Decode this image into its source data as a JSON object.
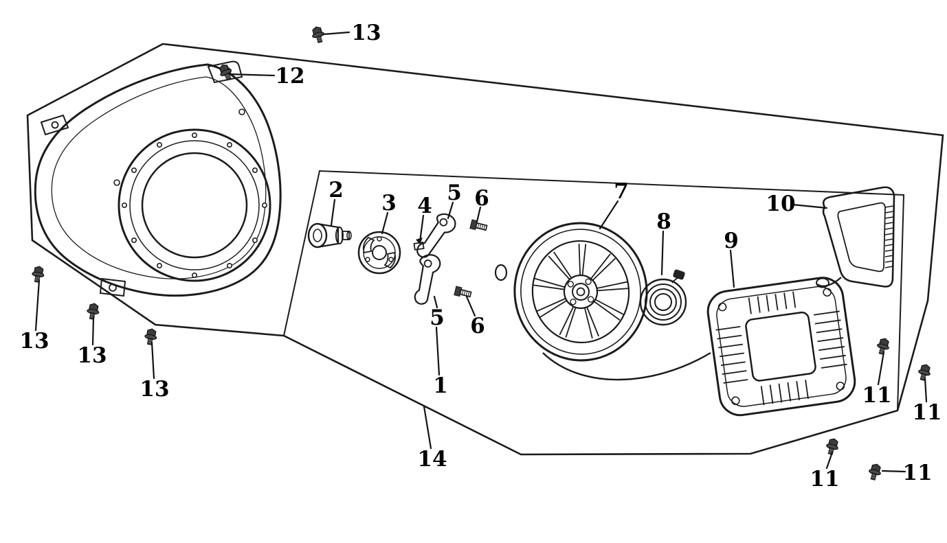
{
  "page": {
    "background_color": "#ffffff",
    "line_color": "#1b1b1b",
    "label_color": "#000000"
  },
  "callouts": [
    {
      "part": "13"
    },
    {
      "part": "12"
    },
    {
      "part": "2"
    },
    {
      "part": "3"
    },
    {
      "part": "4"
    },
    {
      "part": "5"
    },
    {
      "part": "6"
    },
    {
      "part": "7"
    },
    {
      "part": "8"
    },
    {
      "part": "9"
    },
    {
      "part": "10"
    },
    {
      "part": "5"
    },
    {
      "part": "6"
    },
    {
      "part": "1"
    },
    {
      "part": "13"
    },
    {
      "part": "13"
    },
    {
      "part": "13"
    },
    {
      "part": "14"
    },
    {
      "part": "11"
    },
    {
      "part": "11"
    },
    {
      "part": "11"
    },
    {
      "part": "11"
    }
  ]
}
